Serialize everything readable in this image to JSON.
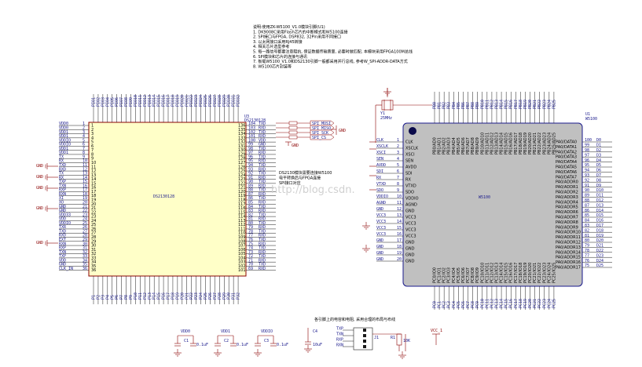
{
  "notes": {
    "lines": [
      "说明:使用ZK-W5100_V1.0模块引脚(U1)",
      "1. DK9008C采用Flash芯片的中断模式和W5100连接",
      "2. SPI接口与FPGA, DSP832, 32Pin采用不同接口",
      "3. 以太网接口采用RJ45转接",
      "4. 相关芯片选型参考",
      "5. 每一路信号都要注意阻抗, 保证数据传输质量, 必要时做匹配, 本模块采用FPGA100M总线",
      "6. SPI模块和芯片的连接与通讯",
      "7. 板载W5100_V1.0和DS2130引脚一般都采用并行总线, 参考W_SPI-ADDR-DATA方式",
      "8. W5100芯片封装等"
    ]
  },
  "left_chip": {
    "ref": "U3",
    "part": "DS2130128",
    "center_label": "DS2130128",
    "left_pins": [
      "VDD0",
      "VDD0",
      "VDD1",
      "VDD1",
      "VDDIO",
      "VDDIO",
      "VDD1",
      "VDD1",
      "TX",
      "RX",
      "TXD",
      "RXD",
      "TX",
      "RX",
      "TXP",
      "TXN",
      "RXP",
      "RXN",
      "XI",
      "XO",
      "GND",
      "GND",
      "VDD33",
      "VDD",
      "VDDIO",
      "TXR",
      "TXD",
      "RXD",
      "EXT",
      "RXN",
      "RXP",
      "TXN",
      "TXP",
      "VDD",
      "GND",
      "CLK_IN"
    ],
    "right_pins": [
      "TXD",
      "RXD",
      "TXD",
      "RXD",
      "VDD",
      "GND",
      "TXD",
      "RXD",
      "TXD",
      "RXD",
      "TXD",
      "RXD",
      "TXD",
      "RXD",
      "TXD",
      "RXD",
      "TXD",
      "RXD",
      "TXD",
      "RXD",
      "TXD",
      "RXD",
      "TXD",
      "RXD",
      "TXD",
      "RXD",
      "TXD",
      "RXD",
      "TXD",
      "RXD",
      "TXD",
      "RXD",
      "TXD",
      "RXD",
      "TXD",
      "RXD"
    ],
    "top_pins": 32,
    "bottom_pins": 32
  },
  "left_gnd_labels": [
    "GND",
    "GND",
    "GND",
    "GND",
    "GND"
  ],
  "middle": {
    "nets": [
      "SPI_MOSI",
      "SPI_MISO",
      "SPI_SCK",
      "SPI_CS"
    ],
    "right_gnd": "GND",
    "bottom_gnd": "GND",
    "note_lines": [
      "DS2130模块需要连接W5100",
      "电平转换后与FPGA连接",
      "SPI接口对应"
    ]
  },
  "watermark": "http://blog.csdn.",
  "right_chip": {
    "ref": "U1",
    "part": "W5100",
    "center_label": "W5100",
    "left_pins": [
      "CLK",
      "XSCLK",
      "XSCI",
      "SEN",
      "AVDD",
      "SDI",
      "RX",
      "VTXD",
      "SDO",
      "VDDIO",
      "AGND",
      "GND",
      "VCC3",
      "VCC3",
      "VCC3",
      "VCC3",
      "GND",
      "GND",
      "GND",
      "GND"
    ],
    "right_pins": [
      "PA0/DATA0",
      "PA0/DATA1",
      "PA0/DATA2",
      "PA0/DATA3",
      "PA0/DATA4",
      "PA0/DATA5",
      "PA0/DATA6",
      "PA0/DATA7",
      "PA0/ADDR0",
      "PA0/ADDR1",
      "PA0/ADDR2",
      "PA0/ADDR3",
      "PA0/ADDR4",
      "PA0/ADDR5",
      "PA0/ADDR6",
      "PA0/ADDR7",
      "PA0/ADDR8",
      "PA0/ADDR9",
      "PA0/ADDR10",
      "PA0/ADDR11",
      "PA0/ADDR12",
      "PA0/ADDR13",
      "PA0/ADDR14",
      "PA0/ADDR15",
      "PA0/ADDR16",
      "PA0/ADDR17"
    ],
    "top_pins": 26,
    "bottom_pins": 26
  },
  "crystal": {
    "ref": "Y1",
    "value": "25MHz"
  },
  "bottom": {
    "note": "各引脚上的电容和电阻, 采用合理的布局与布线",
    "caps": [
      {
        "net": "VDD0",
        "ref": "C1",
        "value": "0.1uF"
      },
      {
        "net": "VDD1",
        "ref": "C2",
        "value": "0.1uF"
      },
      {
        "net": "VDDIO",
        "ref": "C3",
        "value": "0.1uF"
      },
      {
        "net": "C4",
        "ref": "C4",
        "value": "10uF"
      }
    ],
    "connector": {
      "pins": [
        "TXP",
        "TXN",
        "RXP",
        "RXN"
      ],
      "ref": "J1"
    },
    "resistor": {
      "ref": "R1",
      "value": "10K"
    },
    "vcc_label": "VCC_1"
  },
  "colors": {
    "wire": "#8b0000",
    "text": "#1a1a8c",
    "chip_left": "#ffffc8",
    "chip_right": "#c0c0c0",
    "chip_border": "#8b0000"
  }
}
